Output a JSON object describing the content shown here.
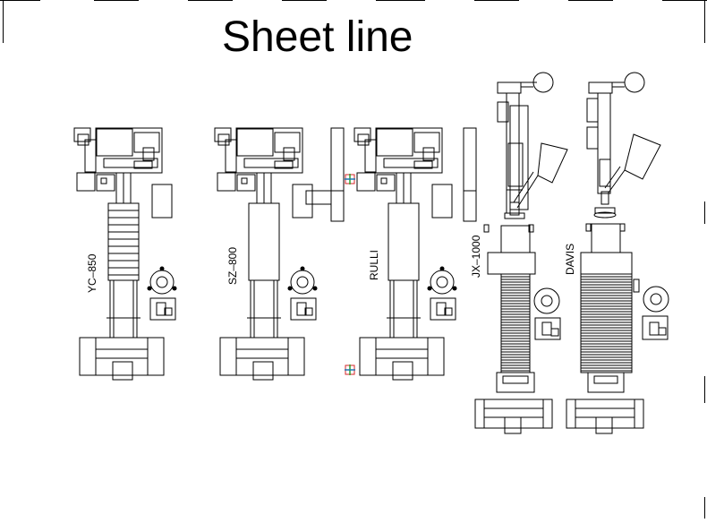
{
  "diagram": {
    "title": "Sheet line",
    "stroke_color": "#000000",
    "marker_colors": [
      "#d62728",
      "#2ca02c",
      "#1f77b4"
    ],
    "machines": [
      {
        "id": "yc850",
        "label": "YC–850",
        "type": "sheet"
      },
      {
        "id": "sz800",
        "label": "SZ–800",
        "type": "sheet"
      },
      {
        "id": "rulli",
        "label": "RULLI",
        "type": "sheet"
      },
      {
        "id": "jx1000",
        "label": "JX–1000",
        "type": "tall"
      },
      {
        "id": "davis",
        "label": "DAVIS",
        "type": "tall"
      }
    ]
  }
}
